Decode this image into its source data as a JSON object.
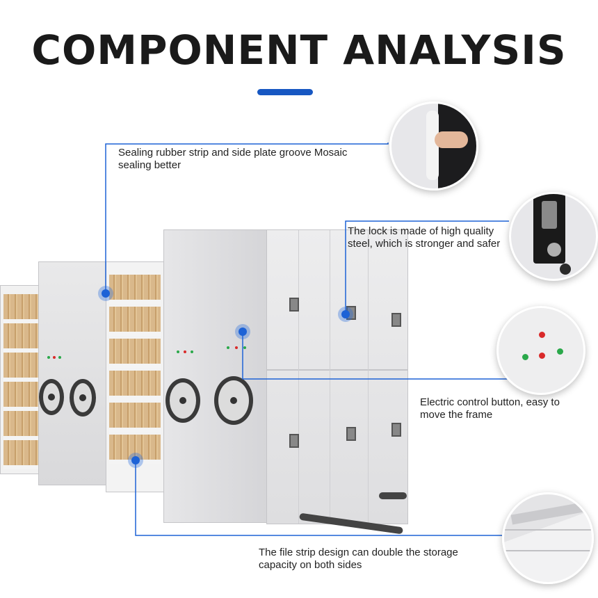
{
  "title": "COMPONENT ANALYSIS",
  "callouts": {
    "seal": "Sealing rubber strip and side plate groove Mosaic\n sealing better",
    "lock": "The lock is made of high quality steel, which is stronger and safer",
    "button": "Electric control button, easy to move the frame",
    "file": "The file strip design can double the storage capacity on both sides"
  },
  "colors": {
    "accent": "#1757c2",
    "callout_line": "#1d62d6",
    "led_red": "#d92a2a",
    "led_green": "#2aa84a"
  },
  "icons": [
    "seal-detail-photo",
    "lock-detail-photo",
    "button-detail-photo",
    "rail-detail-photo"
  ]
}
